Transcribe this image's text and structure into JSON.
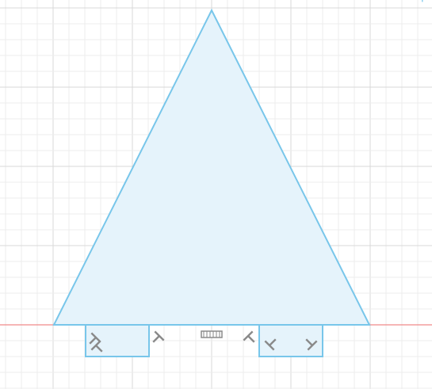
{
  "canvas": {
    "background": "#ffffff",
    "grid_minor": "#ececec",
    "grid_major": "#d8d8d8",
    "axis_color": "#f08a8a"
  },
  "sketch": {
    "line_color": "#78c6ea",
    "fill_color": "#e5f3fb",
    "profiles": [
      "triangle",
      "left-rectangle",
      "right-rectangle"
    ]
  },
  "constraints": {
    "icon_color": "#8a8a8a",
    "items": [
      {
        "name": "perpendicular-constraint-icon"
      },
      {
        "name": "perpendicular-constraint-icon"
      },
      {
        "name": "horizontal-constraint-icon"
      },
      {
        "name": "perpendicular-constraint-icon"
      },
      {
        "name": "perpendicular-constraint-icon"
      },
      {
        "name": "perpendicular-constraint-icon"
      },
      {
        "name": "perpendicular-constraint-icon"
      }
    ]
  },
  "corner_icon": {
    "name": "view-cube-edge-icon",
    "glyph": "⌐"
  }
}
